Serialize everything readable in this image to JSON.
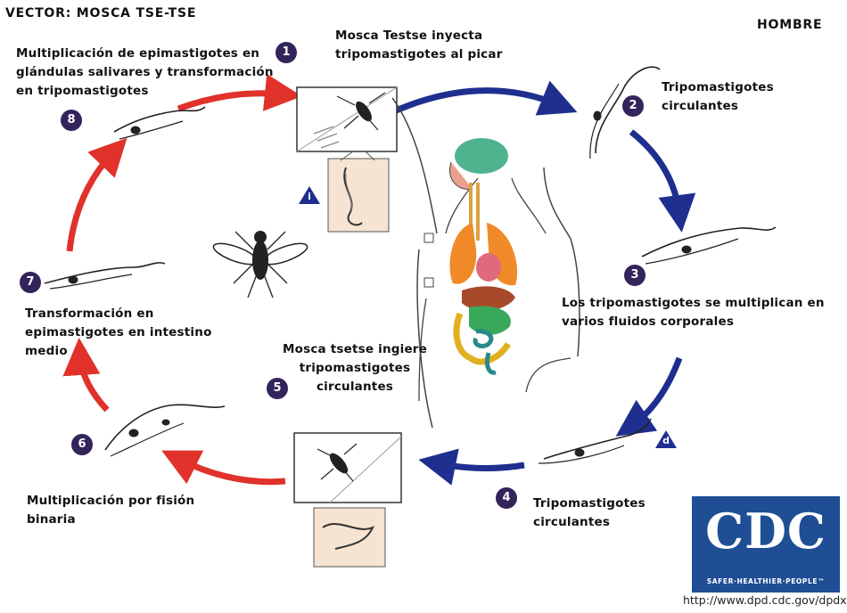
{
  "header": {
    "vector": "VECTOR: MOSCA TSE-TSE",
    "host": "HOMBRE"
  },
  "steps": [
    {
      "number": "1",
      "text": "Mosca Testse inyecta tripomastigotes al picar"
    },
    {
      "number": "2",
      "text": "Tripomastigotes circulantes"
    },
    {
      "number": "3",
      "text": "Los tripomastigotes se multiplican en varios fluidos corporales"
    },
    {
      "number": "4",
      "text": "Tripomastigotes circulantes"
    },
    {
      "number": "5",
      "text": "Mosca tsetse ingiere tripomastigotes circulantes"
    },
    {
      "number": "6",
      "text": "Multiplicación por fisión binaria"
    },
    {
      "number": "7",
      "text": "Transformación en epimastigotes en intestino medio"
    },
    {
      "number": "8",
      "text": "Multiplicación de epimastigotes en glándulas salivares y transformación en tripomastigotes"
    }
  ],
  "stages": {
    "infective": "i",
    "diagnostic": "d"
  },
  "logo": {
    "mark": "CDC",
    "tagline": "SAFER·HEALTHIER·PEOPLE™"
  },
  "source_url": "http://www.dpd.cdc.gov/dpdx",
  "colors": {
    "human_cycle_arrows": "#1f2f8f",
    "vector_cycle_arrows": "#e0312a",
    "step_badge": "#33245c",
    "logo_background": "#1f4e95"
  }
}
